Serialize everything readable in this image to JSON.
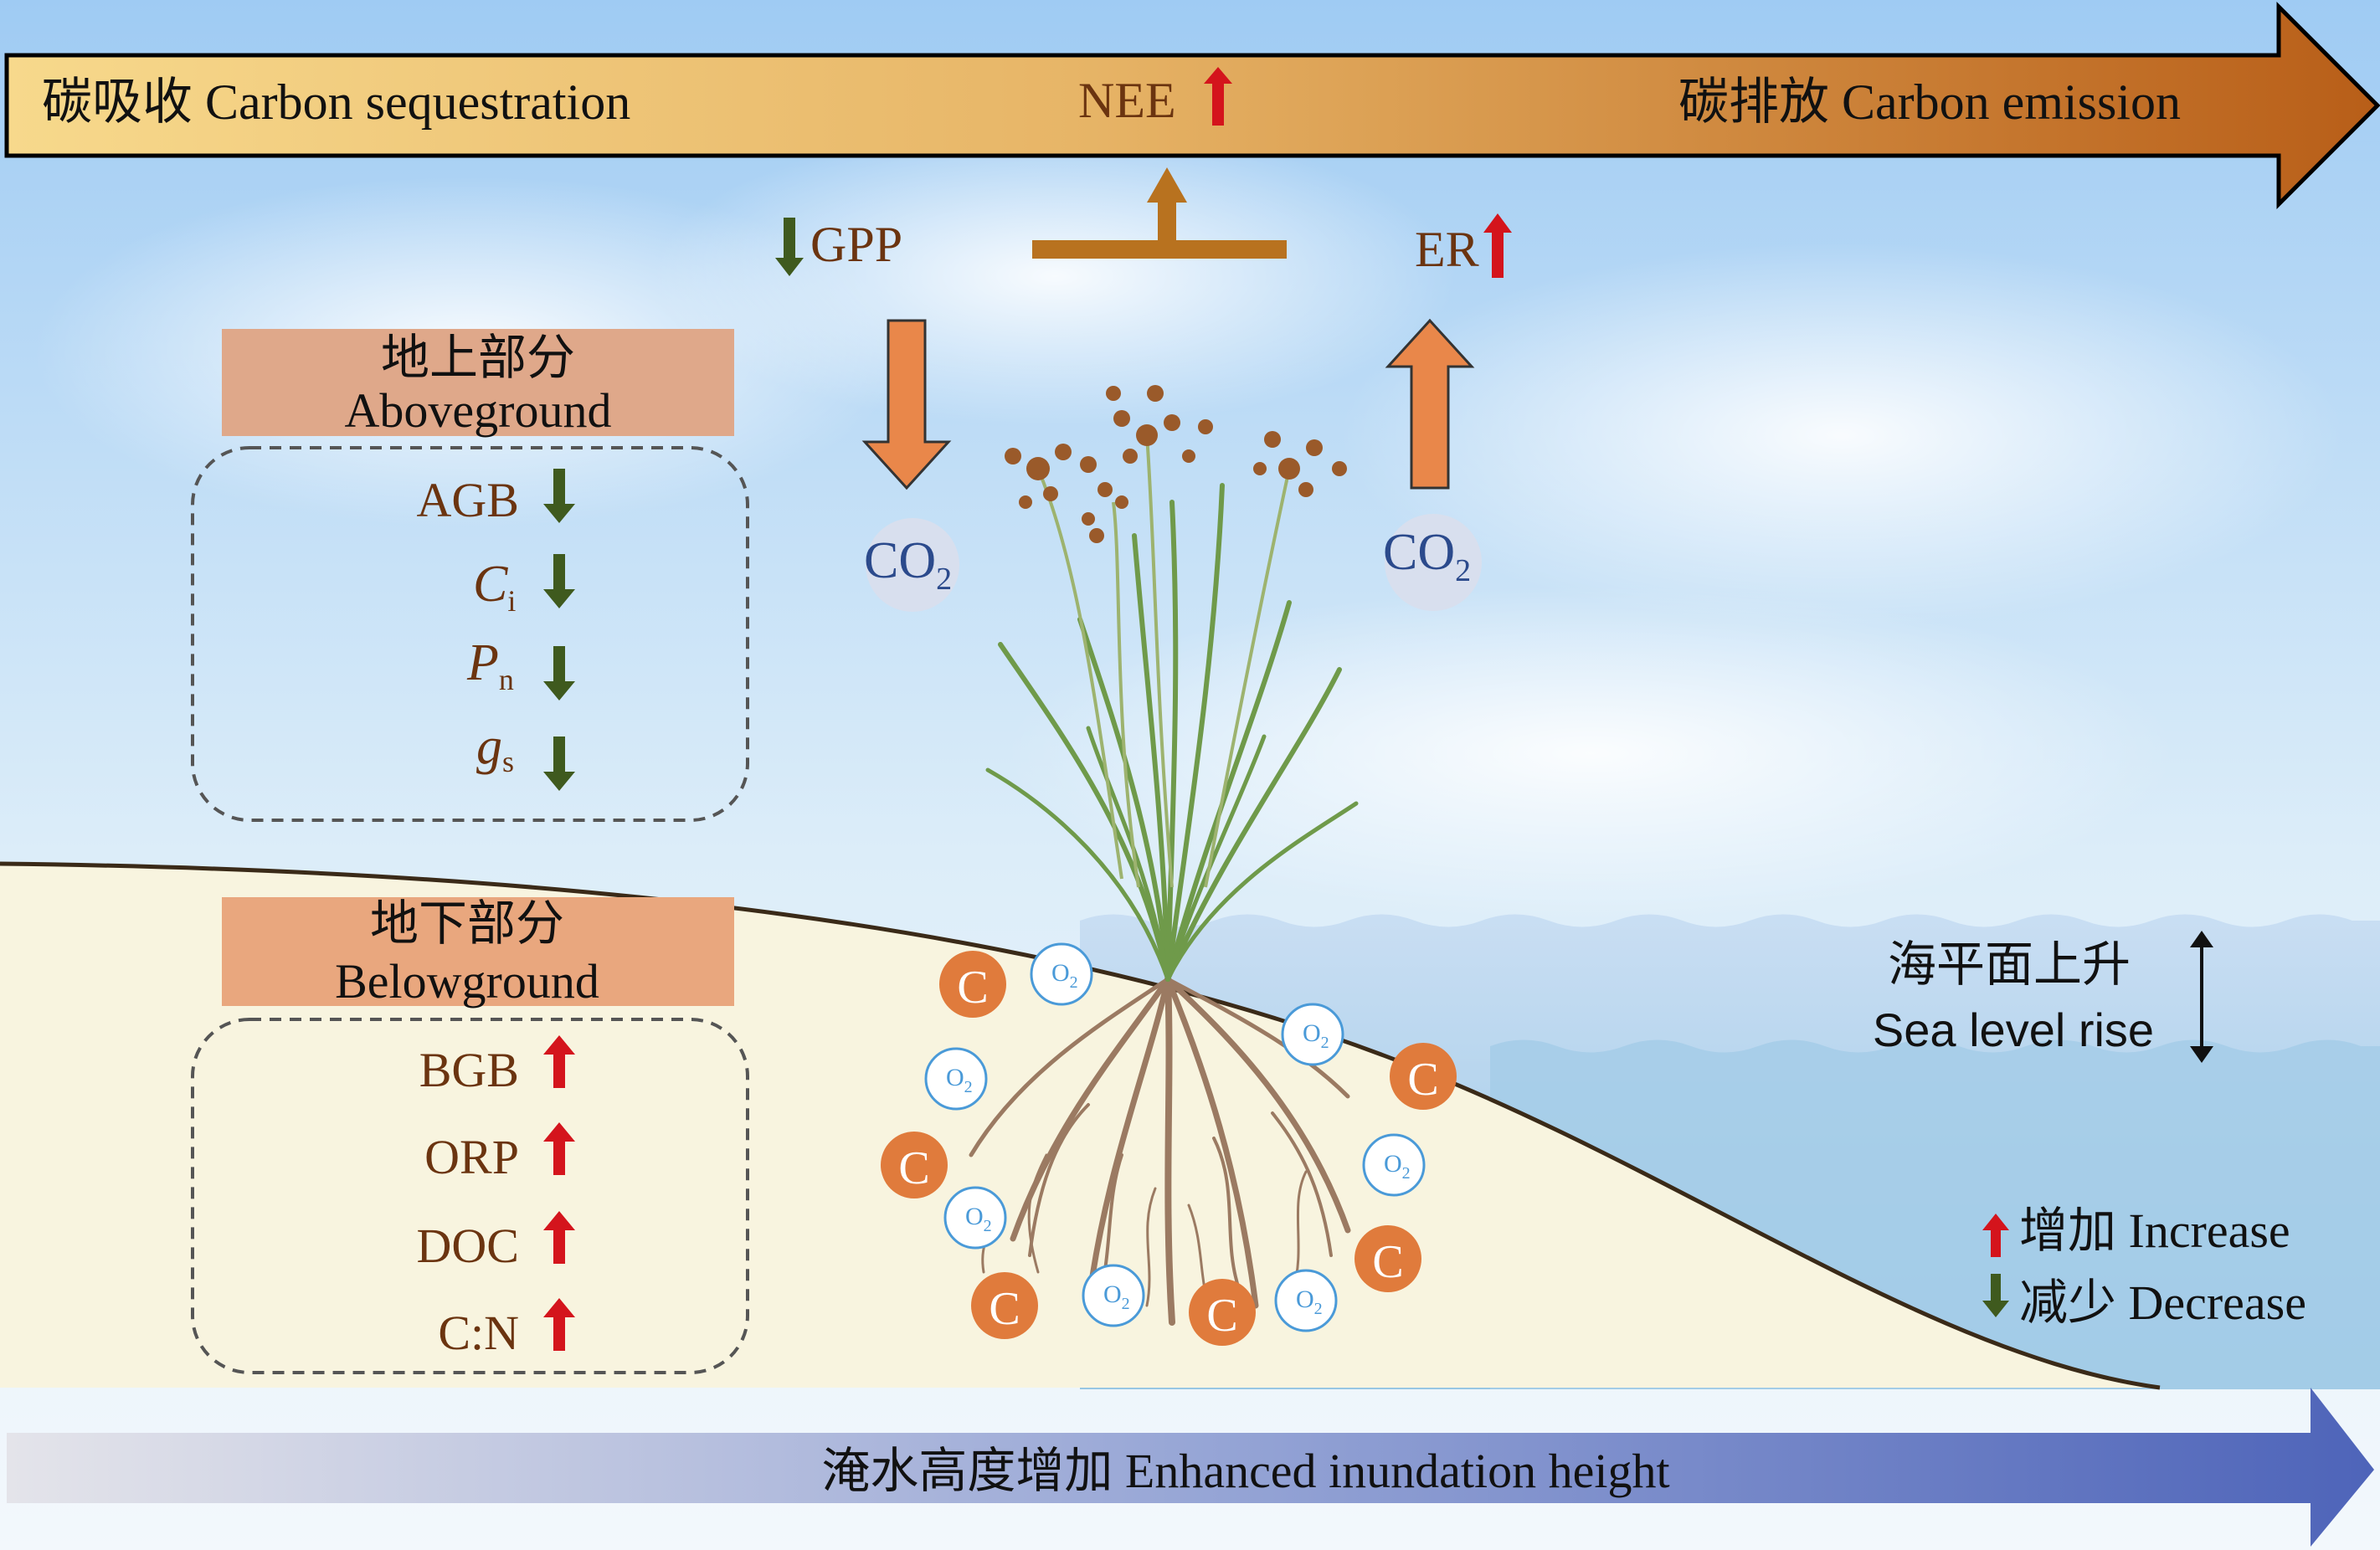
{
  "top_bar": {
    "left_label": "碳吸收 Carbon sequestration",
    "center_label": "NEE",
    "right_label": "碳排放 Carbon emission"
  },
  "flux": {
    "gpp": "GPP",
    "er": "ER",
    "co2_left": "CO",
    "co2_left_sub": "2",
    "co2_right": "CO",
    "co2_right_sub": "2"
  },
  "aboveground": {
    "title_cn": "地上部分",
    "title_en": "Aboveground",
    "items": [
      {
        "label": "AGB",
        "sub": "",
        "italic": false,
        "trend": "decrease"
      },
      {
        "label": "C",
        "sub": "i",
        "italic": true,
        "trend": "decrease"
      },
      {
        "label": "P",
        "sub": "n",
        "italic": true,
        "trend": "decrease"
      },
      {
        "label": "g",
        "sub": "s",
        "italic": true,
        "trend": "decrease"
      }
    ]
  },
  "belowground": {
    "title_cn": "地下部分",
    "title_en": "Belowground",
    "items": [
      {
        "label": "BGB",
        "trend": "increase"
      },
      {
        "label": "ORP",
        "trend": "increase"
      },
      {
        "label": "DOC",
        "trend": "increase"
      },
      {
        "label": "C:N",
        "trend": "increase"
      }
    ]
  },
  "sea_level": {
    "label_cn": "海平面上升",
    "label_en": "Sea level rise"
  },
  "legend": {
    "increase": "增加 Increase",
    "decrease": "减少 Decrease"
  },
  "soil_markers": {
    "carbon": "C",
    "oxygen": "O",
    "oxygen_sub": "2"
  },
  "bottom_bar": {
    "label": "淹水高度增加 Enhanced inundation height"
  },
  "colors": {
    "increase_arrow": "#d4141c",
    "decrease_arrow": "#3f5a1e",
    "label_brown": "#6b3410",
    "carbon_circle": "#e07b3c",
    "oxygen_circle": "#4a9ad8",
    "soil": "#f8f4df",
    "water": "#a9cfe9",
    "box_fill": "#dfa88a",
    "co2_text": "#2b4a8c"
  }
}
